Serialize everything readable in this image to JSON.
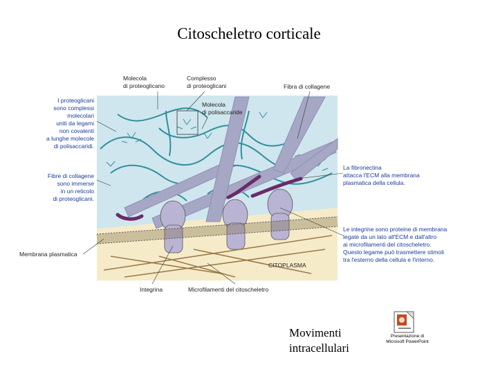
{
  "title": "Citoscheletro corticale",
  "labels": {
    "molecola_proteoglicano": "Molecola\ndi proteoglicano",
    "complesso_proteoglicani": "Complesso\ndi proteoglicani",
    "fibra_collagene": "Fibra di collagene",
    "molecola_polisaccaride": "Molecola\ndi polisaccaride",
    "proteoglicani_desc": "I proteoglicani\nsono complessi\nmolecolari\nuniti da legami\nnon covalenti\na lunghe molecole\ndi polisaccaridi.",
    "fibre_collagene_desc": "Fibre di collagene\nsono immerse\nin un reticolo\ndi proteoglicani.",
    "fibronectina_desc": "La fibronectina\nattacca l'ECM alla membrana\nplasmatica della cellula.",
    "integrine_desc": "Le integrine sono proteine di membrana\nlegate da un lato all'ECM e dall'altro\nai microfilamenti del citoscheletro.\nQuesto legame può trasmettere stimoli\ntra l'esterno della cellula e l'interno.",
    "membrana_plasmatica": "Membrana plasmatica",
    "citoplasma": "CITOPLASMA",
    "integrina": "Integrina",
    "microfilamenti": "Microfilamenti del citoscheletro"
  },
  "bottom_text": "Movimenti\nintracellulari",
  "icon_caption": "Presentazione di\nMicrosoft PowerPoint",
  "colors": {
    "ecm_bg": "#cfe6ee",
    "cytoplasm": "#f6ebc8",
    "collagen": "#a6a7c4",
    "proteoglycan": "#2f8f9c",
    "fibronectin": "#6a2a6a",
    "integrin": "#b9b4d4",
    "label_blue": "#1a3aa0"
  },
  "icons": {
    "powerpoint": "powerpoint-file-icon"
  }
}
